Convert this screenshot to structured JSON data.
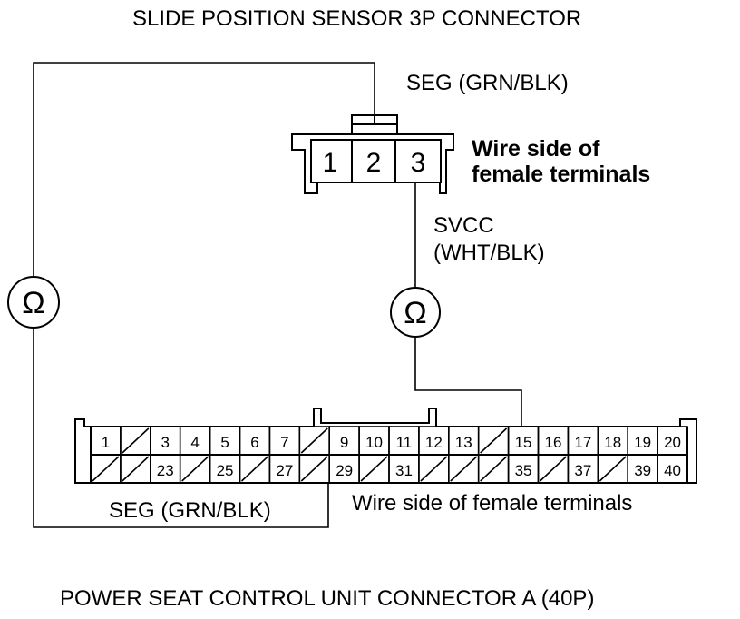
{
  "top_title": "SLIDE POSITION SENSOR 3P CONNECTOR",
  "bottom_title": "POWER SEAT CONTROL UNIT CONNECTOR A (40P)",
  "seg_top_label": "SEG (GRN/BLK)",
  "seg_bottom_label": "SEG (GRN/BLK)",
  "svcc_label_1": "SVCC",
  "svcc_label_2": "(WHT/BLK)",
  "wire_side_3p_line1": "Wire side of",
  "wire_side_3p_line2": "female terminals",
  "wire_side_40p": "Wire side of female terminals",
  "ohm_symbol": "Ω",
  "connector_3p_pins": [
    "1",
    "2",
    "3"
  ],
  "connector_40p": {
    "row1": [
      "1",
      "/",
      "3",
      "4",
      "5",
      "6",
      "7",
      "/",
      "9",
      "10",
      "11",
      "12",
      "13",
      "/",
      "15",
      "16",
      "17",
      "18",
      "19",
      "20"
    ],
    "row2": [
      "/",
      "/",
      "23",
      "/",
      "25",
      "/",
      "27",
      "/",
      "29",
      "/",
      "31",
      "/",
      "/",
      "/",
      "35",
      "/",
      "37",
      "/",
      "39",
      "40"
    ]
  }
}
